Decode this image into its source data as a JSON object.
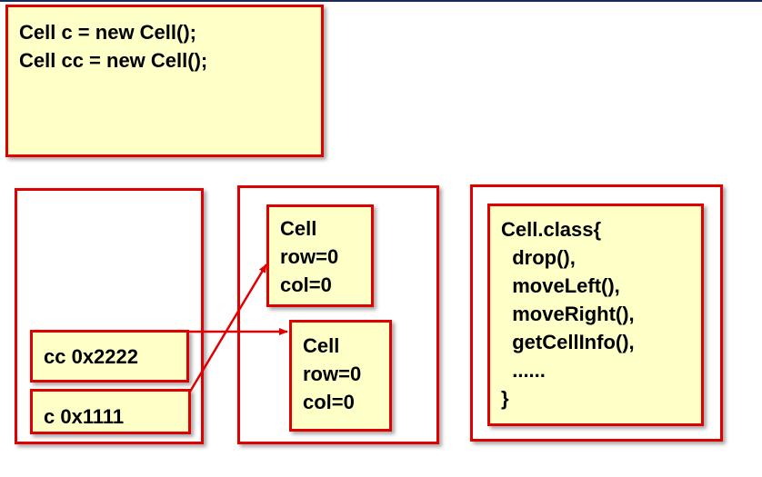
{
  "code": {
    "lines": [
      "Cell c = new Cell();",
      "Cell cc = new Cell();"
    ]
  },
  "stack": {
    "vars": [
      {
        "label": "cc 0x2222"
      },
      {
        "label": "c 0x1111"
      }
    ]
  },
  "heap": {
    "objects": [
      {
        "lines": [
          "Cell",
          "row=0",
          "col=0"
        ]
      },
      {
        "lines": [
          "Cell",
          "row=0",
          "col=0"
        ]
      }
    ]
  },
  "method_area": {
    "lines": [
      "Cell.class{",
      "  drop(),",
      "  moveLeft(),",
      "  moveRight(),",
      "  getCellInfo(),",
      "  ......",
      "}"
    ]
  },
  "colors": {
    "border": "#e00000",
    "fill": "#ffffc8"
  }
}
